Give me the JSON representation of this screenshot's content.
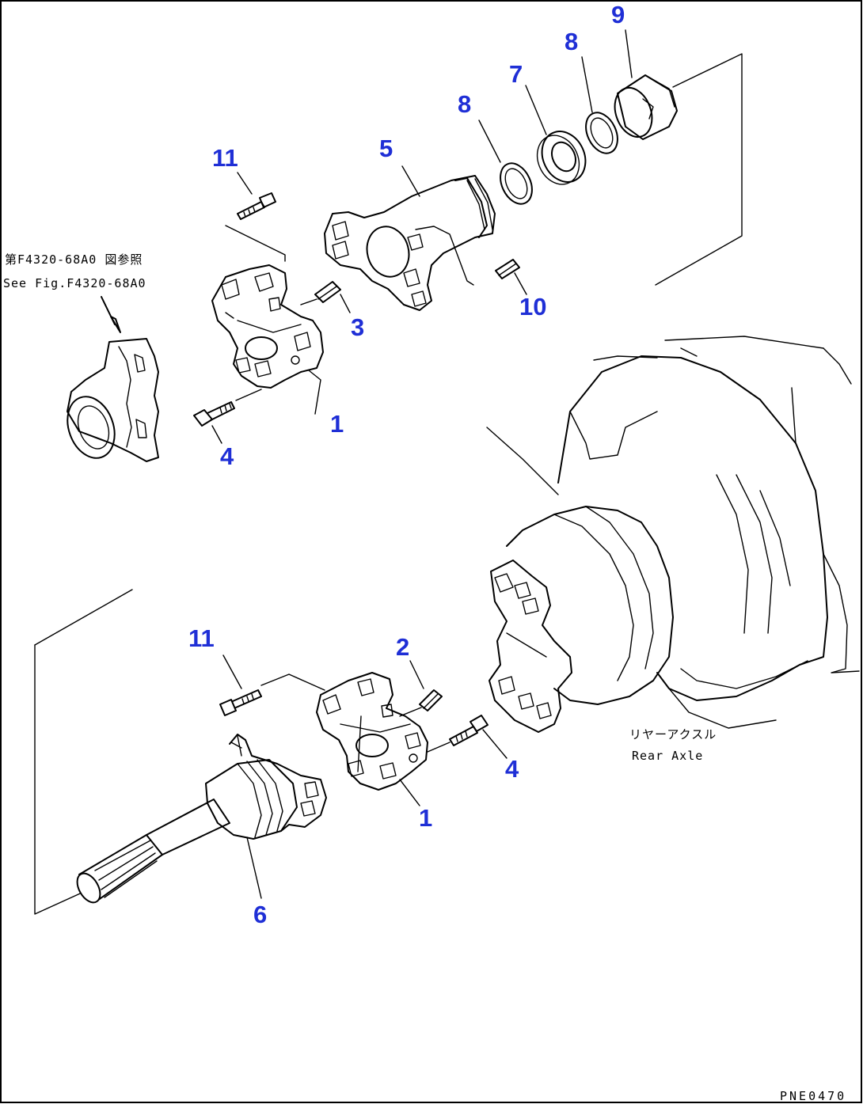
{
  "callouts": [
    "11",
    "3",
    "1",
    "4",
    "5",
    "8",
    "7",
    "8",
    "9",
    "10",
    "11",
    "2",
    "4",
    "1",
    "6"
  ],
  "notes": {
    "ref_jp": "第F4320-68A0 図参照",
    "ref_en": "See Fig.F4320-68A0",
    "axle_jp": "リヤーアクスル",
    "axle_en": "Rear Axle"
  },
  "drawing_code": "PNE0470",
  "colors": {
    "callout": "#1f2fd6",
    "line": "#000000",
    "frame": "#000000"
  }
}
